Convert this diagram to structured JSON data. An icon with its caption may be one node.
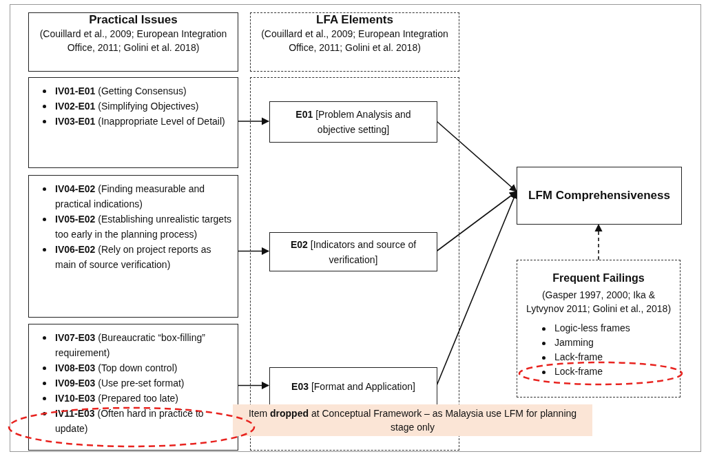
{
  "diagram": {
    "nodes": [
      {
        "text": [
          "Practical Issues",
          "(Couillard et al., 2009; European Integration Office, 2011; Golini et al. 2018)"
        ]
      },
      {
        "text": [
          "LFA Elements",
          "(Couillard et al., 2009; European Integration Office, 2011; Golini et al. 2018)"
        ]
      },
      {
        "text": [
          "**IV01-E01** (Getting Consensus)",
          "**IV02-E01** (Simplifying Objectives)",
          "**IV03-E01** (Inappropriate Level of Detail)"
        ]
      },
      {
        "text": [
          "**IV04-E02** (Finding measurable and practical indications)",
          "**IV05-E02** (Establishing unrealistic  targets too early in the planning process)",
          "**IV06-E02** (Rely on project reports as main of source verification)"
        ]
      },
      {
        "text": [
          "**IV07-E03** (Bureaucratic “box-filling” requirement)",
          "**IV08-E03** (Top down control)",
          "**IV09-E03** (Use pre-set format)",
          "**IV10-E03** (Prepared too late)",
          "**IV11-E03** (Often hard in practice to update)"
        ]
      },
      {
        "text": [],
        "shape": "box"
      },
      {
        "text": [
          "**E01** [Problem Analysis and objective setting]"
        ],
        "in": 5
      },
      {
        "text": [
          "**E02** [Indicators and source of verification]"
        ],
        "in": 5
      },
      {
        "text": [
          "**E03** [Format and Application]"
        ],
        "in": 5
      },
      {
        "text": [
          "LFM Comprehensiveness"
        ]
      },
      {
        "text": [
          "Frequent Failings",
          "(Gasper 1997, 2000; Ika & Lytvynov 2011; Golini et al., 2018)",
          "Logic-less frames",
          "Jamming",
          "Lack-frame",
          "Lock-frame"
        ]
      },
      {
        "text": [
          "Item **dropped** at Conceptual Framework – as Malaysia use LFM for planning stage only"
        ]
      }
    ],
    "edges": [
      {
        "from": 2,
        "to": 6,
        "arrow": "to"
      },
      {
        "from": 3,
        "to": 7,
        "arrow": "to"
      },
      {
        "from": 4,
        "to": 8,
        "arrow": "to"
      },
      {
        "from": 6,
        "to": 9,
        "arrow": "to"
      },
      {
        "from": 7,
        "to": 9,
        "arrow": "to"
      },
      {
        "from": 8,
        "to": 9,
        "arrow": "to"
      },
      {
        "from": 10,
        "to": 9,
        "arrow": "to",
        "style": "dashed"
      }
    ]
  }
}
